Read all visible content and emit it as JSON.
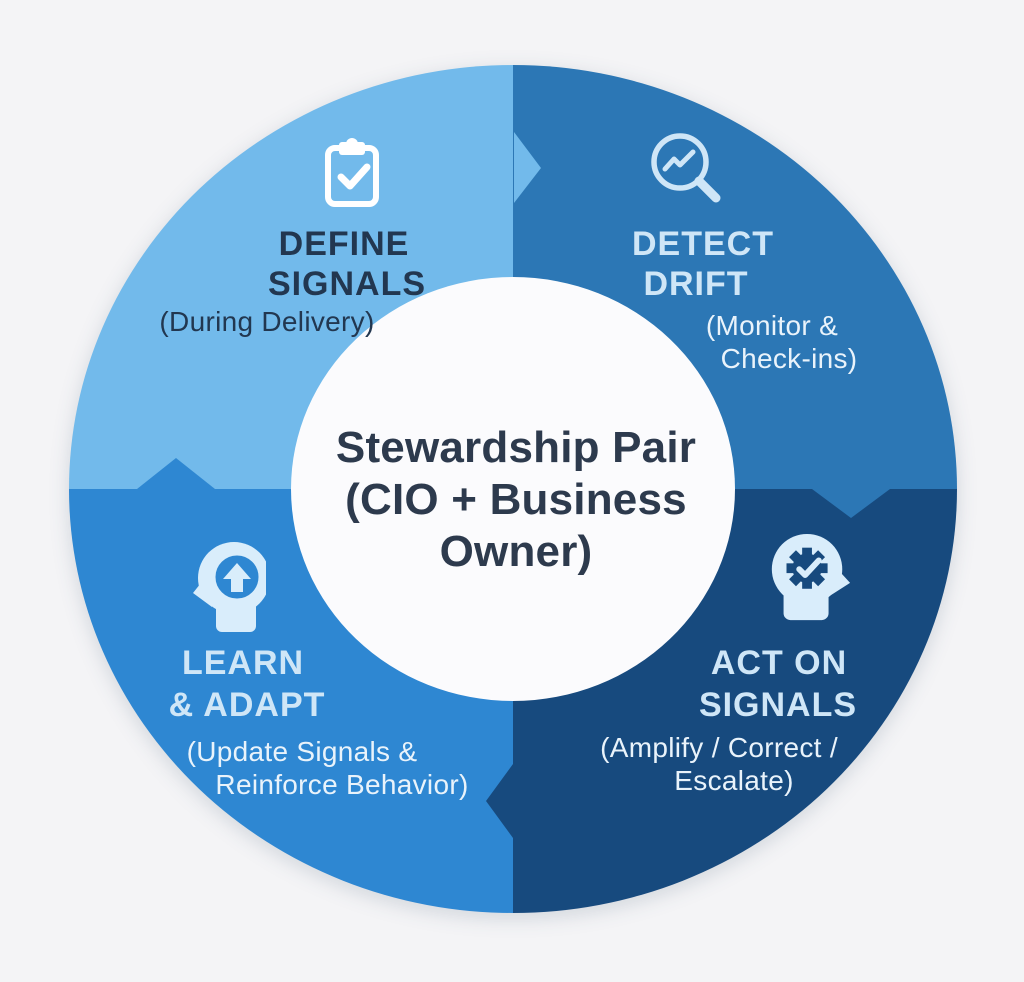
{
  "diagram": {
    "name": "stewardship-cycle",
    "flow_direction": "clockwise",
    "center": {
      "line1": "Stewardship Pair",
      "line2": "(CIO + Business",
      "line3": "Owner)"
    },
    "quadrants": [
      {
        "id": "define-signals",
        "position": "top-left",
        "title_line1": "DEFINE",
        "title_line2": "SIGNALS",
        "subtitle_line1": "(During Delivery)",
        "icon": "clipboard-check-icon"
      },
      {
        "id": "detect-drift",
        "position": "top-right",
        "title_line1": "DETECT",
        "title_line2": "DRIFT",
        "subtitle_line1": "(Monitor &",
        "subtitle_line2": "Check-ins)",
        "icon": "magnifier-trend-icon"
      },
      {
        "id": "act-on-signals",
        "position": "bottom-right",
        "title_line1": "ACT ON",
        "title_line2": "SIGNALS",
        "subtitle_line1": "(Amplify / Correct /",
        "subtitle_line2": "Escalate)",
        "icon": "head-gear-check-icon"
      },
      {
        "id": "learn-adapt",
        "position": "bottom-left",
        "title_line1": "LEARN",
        "title_line2": "& ADAPT",
        "subtitle_line1": "(Update Signals &",
        "subtitle_line2": "Reinforce Behavior)",
        "icon": "head-up-arrow-icon"
      }
    ],
    "colors": {
      "bg": "#F4F4F6",
      "q_tl": "#72BAEB",
      "q_tr": "#2C77B5",
      "q_bl": "#2E87D2",
      "q_br": "#174A7E",
      "center_bg": "#FBFBFD",
      "center_text": "#2D3A4D",
      "text_dark": "#223750",
      "text_light": "#CFE6F7",
      "text_lighter": "#E9F3FB",
      "icon_light": "#D9EDFB",
      "icon_white": "#FFFFFF"
    }
  }
}
